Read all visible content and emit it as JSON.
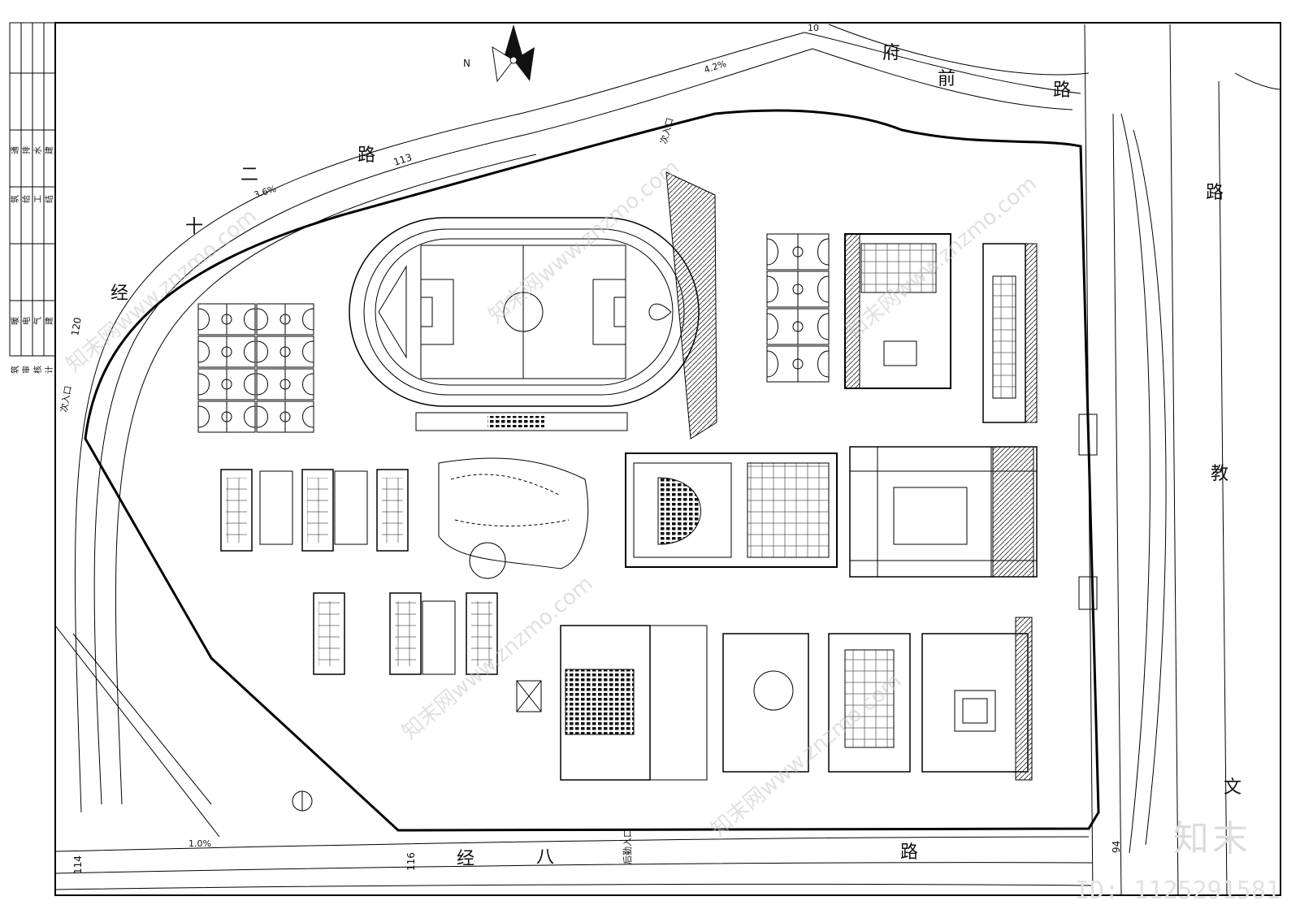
{
  "roads": {
    "west_north": [
      "十",
      "二",
      "路",
      "经"
    ],
    "north": [
      "府",
      "前",
      "路"
    ],
    "east": [
      "路",
      "教",
      "文"
    ],
    "south": [
      "经",
      "八",
      "路"
    ]
  },
  "elevations": [
    "120",
    "113",
    "114",
    "116",
    "94",
    "10"
  ],
  "slopes": [
    "3.6%",
    "4.2%",
    "1.0%"
  ],
  "entrances": {
    "secondary_north": "次入口",
    "secondary_west": "次入口",
    "rear": "后勤入口"
  },
  "north_arrow": "N",
  "title_block": {
    "upper": [
      "通",
      "排",
      "水",
      "建",
      "筑",
      "给",
      "工",
      "结"
    ],
    "lower": [
      "暖",
      "电",
      "气",
      "建",
      "筑",
      "审",
      "核",
      "计"
    ]
  },
  "watermark": {
    "brand": "知末",
    "id": "ID: 1125291581",
    "site": "知末网www.znzmo.com"
  },
  "colors": {
    "ink": "#111111",
    "paper": "#ffffff",
    "watermark": "#c8c8c8"
  }
}
